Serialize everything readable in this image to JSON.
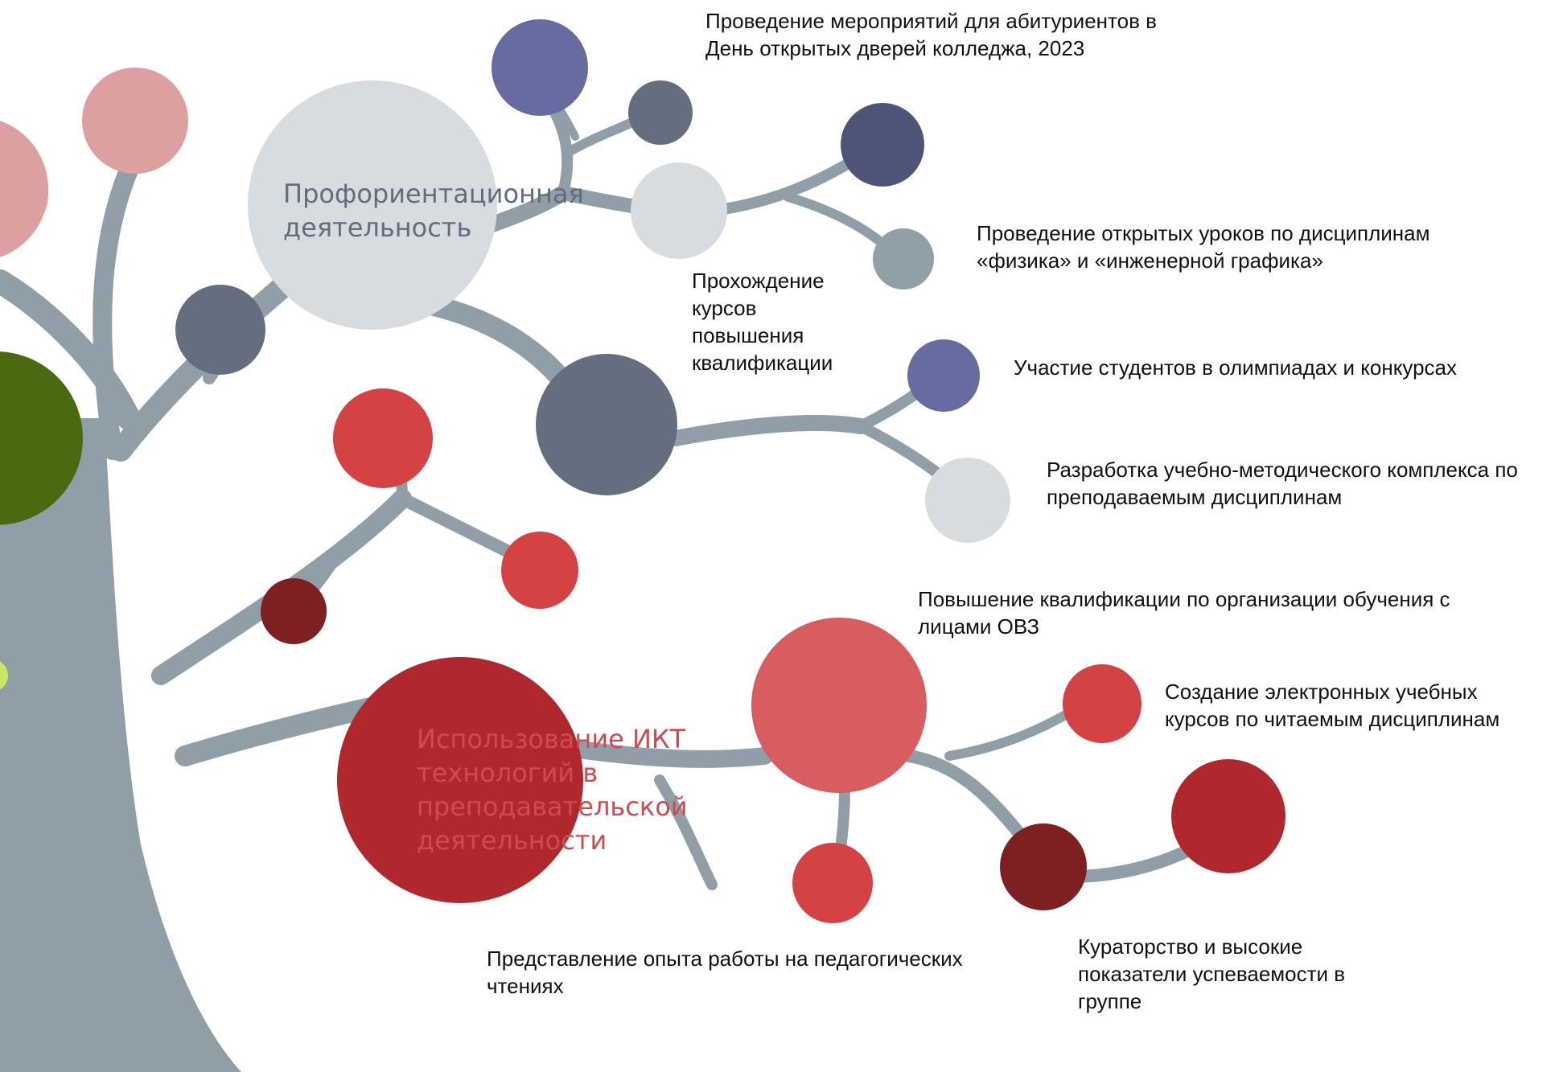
{
  "colors": {
    "branch": "#909ea7",
    "background": "#ffffff",
    "text": "#111111",
    "title_gray": "#5f6d7d",
    "title_red": "#cf4b4f",
    "circle_palette": [
      "#dca0a1",
      "#d6dce0",
      "#646e7f",
      "#666ca0",
      "#4e5478",
      "#919fa8",
      "#d44244",
      "#b0282d",
      "#7e1f22",
      "#d75d61",
      "#4a6a10"
    ]
  },
  "nodes": {
    "career_guidance": "Профориентационная деятельность",
    "ict_usage": "Использование ИКТ технологий в преподавательской деятельности"
  },
  "labels": {
    "open_day": "Проведение мероприятий для абитуриентов в День открытых дверей колледжа, 2023",
    "open_lessons": "Проведение открытых уроков по дисциплинам «физика» и «инженерной графика»",
    "training_courses": "Прохождение курсов повышения квалификации",
    "olympiads": "Участие студентов в олимпиадах и конкурсах",
    "methodical_complex": "Разработка учебно-методического комплекса по преподаваемым дисциплинам",
    "ovz_training": "Повышение квалификации по организации обучения с лицами ОВЗ",
    "e_courses": "Создание электронных учебных курсов по читаемым дисциплинам",
    "pedagogical_readings": "Представление опыта работы на педагогических чтениях",
    "curatorship": "Кураторство и высокие показатели успеваемости в группе"
  }
}
